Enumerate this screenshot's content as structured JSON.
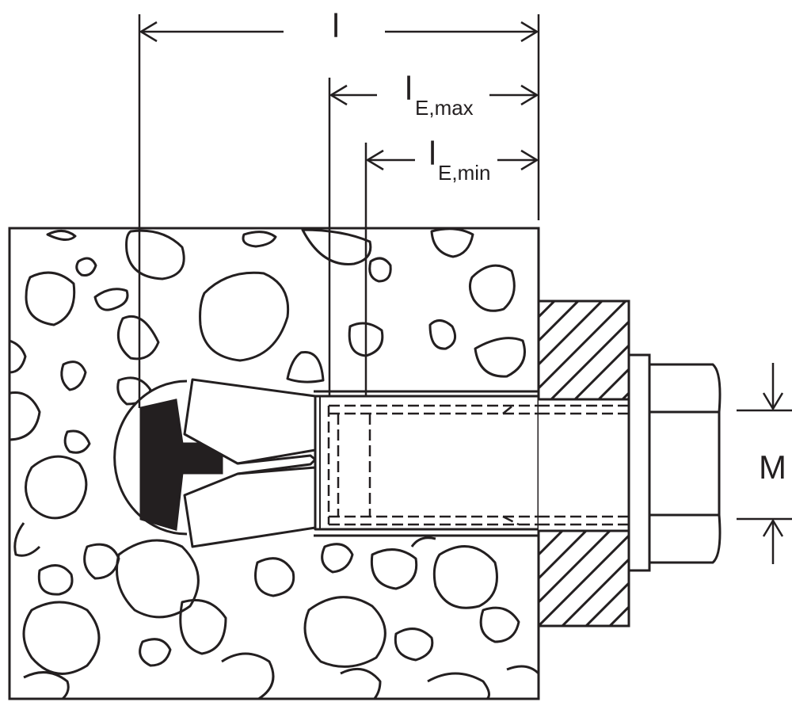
{
  "labels": {
    "l_main": "l",
    "le_max_main": "l",
    "le_max_sub": "E,max",
    "le_min_main": "l",
    "le_min_sub": "E,min",
    "thread": "M"
  }
}
